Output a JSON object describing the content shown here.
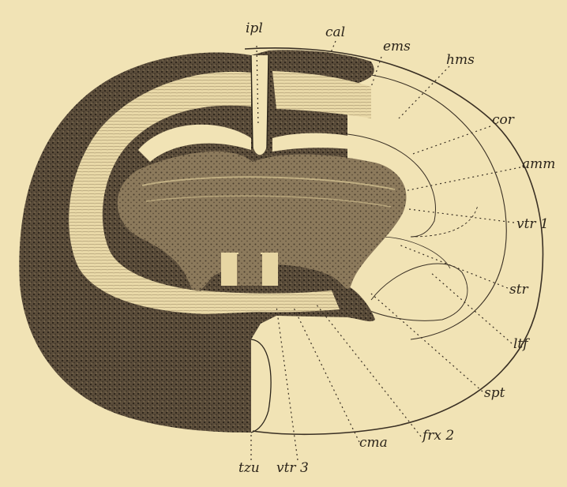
{
  "figure": {
    "colors": {
      "background": "#f1e3b5",
      "ink": "#2b241a",
      "pale_matter": "#e7d6a3",
      "stipple_dark": "#3a3024"
    },
    "labels": {
      "ipl": "ipl",
      "cal": "cal",
      "ems": "ems",
      "hms": "hms",
      "cor": "cor",
      "amm": "amm",
      "vtr1": "vtr 1",
      "str": "str",
      "ltf": "ltf",
      "spt": "spt",
      "frx2": "frx 2",
      "cma": "cma",
      "vtr3": "vtr 3",
      "tzu": "tzu"
    }
  }
}
